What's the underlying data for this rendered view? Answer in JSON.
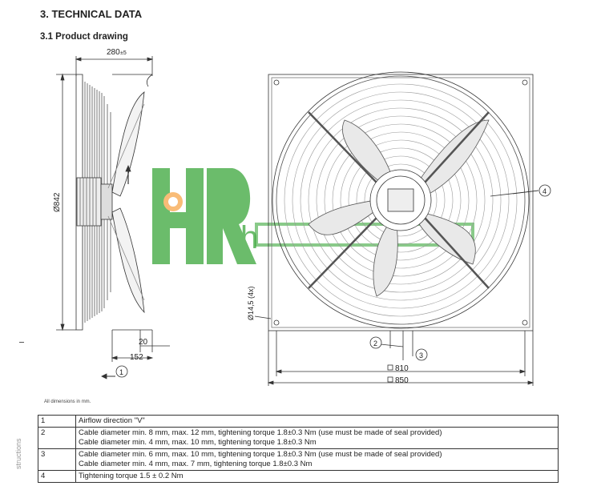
{
  "section_title": "3. TECHNICAL DATA",
  "subsection_title": "3.1 Product drawing",
  "dimension_note": "All dimensions in mm.",
  "side_text": "structions",
  "watermark": {
    "letters": "h",
    "colors": {
      "green": "#3aa63a",
      "orange": "#f7a64a"
    }
  },
  "side_view": {
    "depth_label": "280",
    "depth_tol": "±5",
    "diameter_label": "Ø842",
    "dim_20": "20",
    "dim_152": "152",
    "callout_1": "1"
  },
  "front_view": {
    "hole_label": "Ø14,5 (4x)",
    "square_810": "810",
    "square_850": "850",
    "callout_2": "2",
    "callout_3": "3",
    "callout_4": "4"
  },
  "legend": [
    {
      "num": "1",
      "lines": [
        "Airflow direction \"V\""
      ]
    },
    {
      "num": "2",
      "lines": [
        "Cable diameter min. 8 mm, max. 12 mm, tightening torque 1.8±0.3 Nm (use must be made of seal provided)",
        "Cable diameter min. 4 mm, max. 10 mm, tightening torque 1.8±0.3 Nm"
      ]
    },
    {
      "num": "3",
      "lines": [
        "Cable diameter min. 6 mm, max. 10 mm, tightening torque 1.8±0.3 Nm (use must be made of seal provided)",
        "Cable diameter min. 4 mm, max. 7 mm, tightening torque 1.8±0.3 Nm"
      ]
    },
    {
      "num": "4",
      "lines": [
        "Tightening torque 1.5 ± 0.2 Nm"
      ]
    }
  ]
}
